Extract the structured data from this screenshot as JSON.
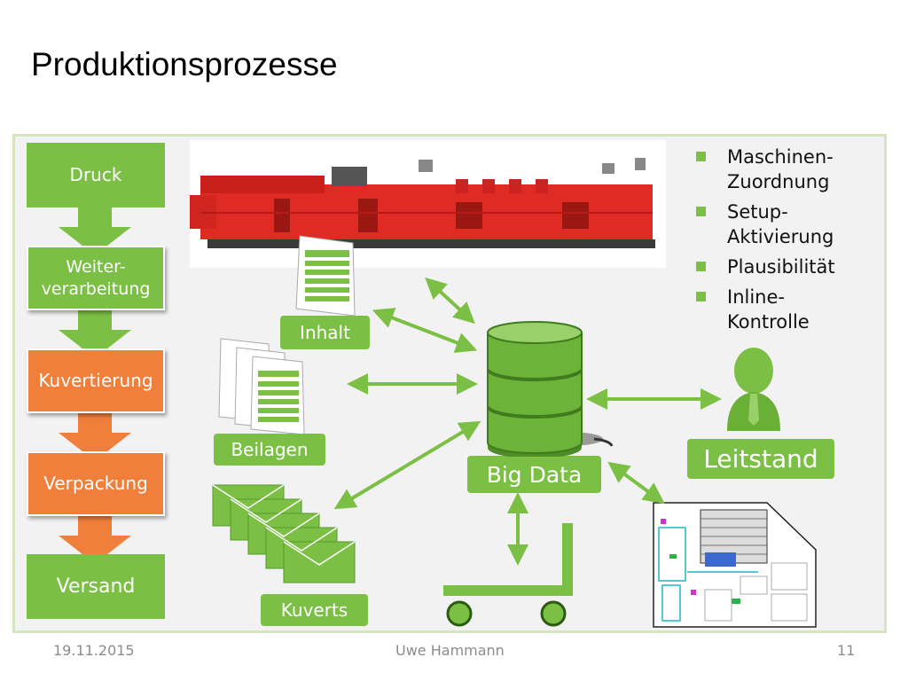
{
  "slide": {
    "title": "Produktionsprozesse",
    "footer": {
      "date": "19.11.2015",
      "author": "Uwe Hammann",
      "page": "11"
    }
  },
  "process_steps": [
    {
      "label": "Druck",
      "color": "#7bbf44"
    },
    {
      "label": "Weiter-\nverarbeitung",
      "color": "#7bbf44"
    },
    {
      "label": "Kuvertierung",
      "color": "#f07f3c"
    },
    {
      "label": "Verpackung",
      "color": "#f07f3c"
    },
    {
      "label": "Versand",
      "color": "#7bbf44"
    }
  ],
  "labels": {
    "inhalt": "Inhalt",
    "beilagen": "Beilagen",
    "kuverts": "Kuverts",
    "big_data": "Big Data",
    "leitstand": "Leitstand"
  },
  "bullets": [
    "Maschinen-\nZuordnung",
    "Setup-\nAktivierung",
    "Plausibilität",
    "Inline-\nKontrolle"
  ],
  "colors": {
    "accent_green": "#7bbf44",
    "accent_orange": "#f07f3c",
    "machine_red": "#e02a24"
  },
  "icons": [
    "machine-photo",
    "document-stack-icon",
    "envelope-icon",
    "database-icon",
    "person-icon",
    "forklift-icon",
    "floor-plan-icon"
  ]
}
